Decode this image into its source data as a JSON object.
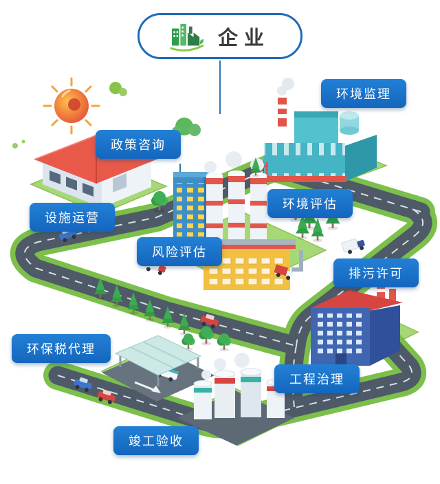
{
  "header": {
    "title": "企业"
  },
  "labels": [
    {
      "id": "environmental-supervision",
      "text": "环境监理"
    },
    {
      "id": "policy-consulting",
      "text": "政策咨询"
    },
    {
      "id": "facility-operation",
      "text": "设施运营"
    },
    {
      "id": "environmental-assessment",
      "text": "环境评估"
    },
    {
      "id": "risk-assessment",
      "text": "风险评估"
    },
    {
      "id": "discharge-permit",
      "text": "排污许可"
    },
    {
      "id": "environmental-tax-agency",
      "text": "环保税代理"
    },
    {
      "id": "engineering-treatment",
      "text": "工程治理"
    },
    {
      "id": "completion-acceptance",
      "text": "竣工验收"
    }
  ],
  "icons": {
    "badge": "factory-icon",
    "sun": "sun-icon",
    "clouds": "green-blob-icon"
  },
  "scene_objects": [
    "sun",
    "green-clouds",
    "road-network",
    "warehouse",
    "office-tower",
    "central-factory",
    "processing-plant",
    "red-roof-building",
    "bus-station",
    "cooling-towers",
    "trees",
    "vehicles"
  ],
  "colors": {
    "label_background": "#1a74c9",
    "label_text": "#ffffff",
    "badge_border": "#1e6bb8",
    "badge_text": "#3c3c3c",
    "connector_line": "#2e75b6",
    "icon_green": "#3aa04f",
    "grass": "#7cbf4b",
    "road_asphalt": "#4e5a67",
    "sun_orange": "#f07f3c",
    "accent_red": "#d64541",
    "accent_teal": "#45b4c4"
  }
}
